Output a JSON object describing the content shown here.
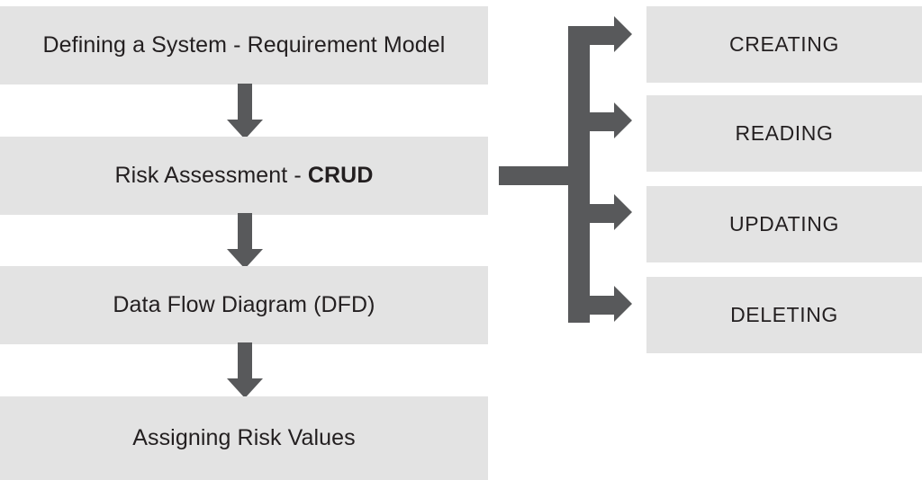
{
  "diagram": {
    "title": "Risk assessment process flow with CRUD breakdown",
    "colors": {
      "box_fill": "#e3e3e3",
      "arrow_fill": "#58595b",
      "text": "#231f20",
      "background": "#ffffff"
    },
    "flow_steps": [
      {
        "id": "requirement",
        "label": "Defining a System - Requirement Model"
      },
      {
        "id": "risk",
        "label_prefix": "Risk Assessment - ",
        "label_bold": "CRUD",
        "label": "Risk Assessment - CRUD"
      },
      {
        "id": "dfd",
        "label": "Data Flow Diagram (DFD)"
      },
      {
        "id": "assign",
        "label": "Assigning Risk Values"
      }
    ],
    "crud_branches": [
      {
        "id": "creating",
        "label": "CREATING"
      },
      {
        "id": "reading",
        "label": "READING"
      },
      {
        "id": "updating",
        "label": "UPDATING"
      },
      {
        "id": "deleting",
        "label": "DELETING"
      }
    ],
    "connectors": [
      {
        "id": "down-arrow-1",
        "icon": "arrow-down-icon",
        "from": "requirement",
        "to": "risk"
      },
      {
        "id": "down-arrow-2",
        "icon": "arrow-down-icon",
        "from": "risk",
        "to": "dfd"
      },
      {
        "id": "down-arrow-3",
        "icon": "arrow-down-icon",
        "from": "dfd",
        "to": "assign"
      },
      {
        "id": "fork-arrows",
        "icon": "fork-arrow-right-icon",
        "from": "risk",
        "to": "crud_branches"
      }
    ]
  }
}
